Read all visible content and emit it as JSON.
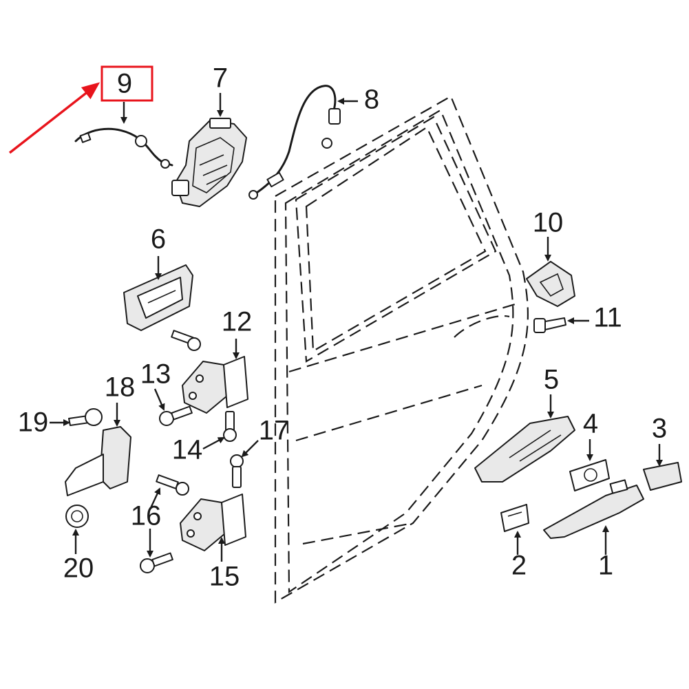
{
  "callouts": {
    "c1": "1",
    "c2": "2",
    "c3": "3",
    "c4": "4",
    "c5": "5",
    "c6": "6",
    "c7": "7",
    "c8": "8",
    "c9": "9",
    "c10": "10",
    "c11": "11",
    "c12": "12",
    "c13": "13",
    "c14": "14",
    "c15": "15",
    "c16": "16",
    "c17": "17",
    "c18": "18",
    "c19": "19",
    "c20": "20"
  },
  "colors": {
    "highlight": "#e8141c",
    "linework": "#1a1a1a",
    "background": "#ffffff"
  }
}
